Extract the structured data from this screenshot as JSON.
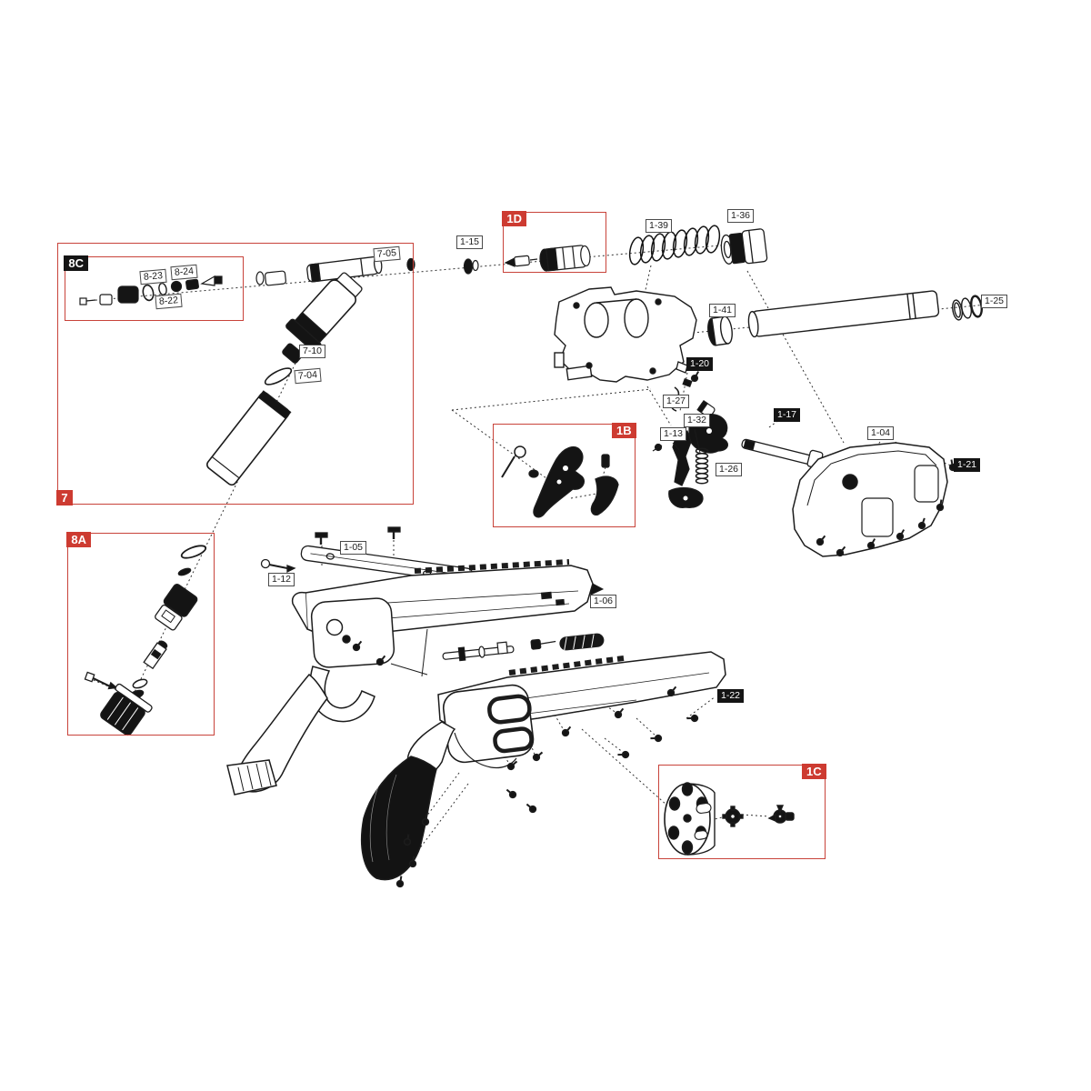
{
  "groups": {
    "g7": "7",
    "g8C": "8C",
    "g8A": "8A",
    "g1D": "1D",
    "g1B": "1B",
    "g1C": "1C"
  },
  "part_labels": {
    "p7_05": "7-05",
    "p7_10": "7-10",
    "p7_04": "7-04",
    "p8_23": "8-23",
    "p8_24": "8-24",
    "p8_22": "8-22",
    "p1_15": "1-15",
    "p1_39": "1-39",
    "p1_36": "1-36",
    "p1_41": "1-41",
    "p1_25": "1-25",
    "p1_20": "1-20",
    "p1_27": "1-27",
    "p1_32": "1-32",
    "p1_13": "1-13",
    "p1_26": "1-26",
    "p1_17": "1-17",
    "p1_04": "1-04",
    "p1_21": "1-21",
    "p1_05": "1-05",
    "p1_12": "1-12",
    "p1_06": "1-06",
    "p1_22": "1-22"
  },
  "colors": {
    "accent_red": "#c8433a",
    "label_dark_bg": "#141414",
    "ink": "#1c1c1c"
  }
}
